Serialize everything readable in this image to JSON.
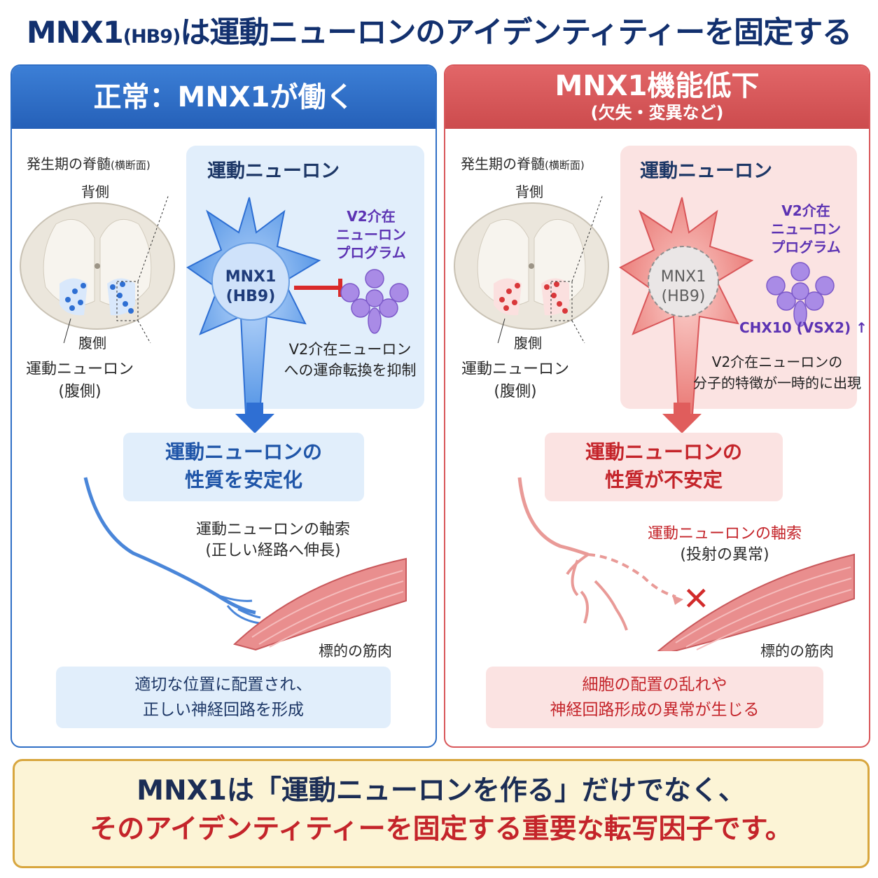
{
  "title": {
    "main1": "MNX1",
    "paren": "(HB9)",
    "main2": "は運動ニューロンのアイデンティティーを固定する"
  },
  "left": {
    "header": "正常：MNX1が働く",
    "spinal_title": "発生期の脊髄",
    "spinal_sub": "(横断面)",
    "dorsal": "背側",
    "ventral": "腹側",
    "mn_label1": "運動ニューロン",
    "mn_label2": "(腹側)",
    "neuron_title": "運動ニューロン",
    "nucleus1": "MNX1",
    "nucleus2": "(HB9)",
    "v2_1": "V2介在",
    "v2_2": "ニューロン",
    "v2_3": "プログラム",
    "inhibit1": "V2介在ニューロン",
    "inhibit2": "への運命転換を抑制",
    "result1": "運動ニューロンの",
    "result2": "性質を安定化",
    "axon1": "運動ニューロンの軸索",
    "axon2": "(正しい経路へ伸長)",
    "muscle": "標的の筋肉",
    "footer1": "適切な位置に配置され、",
    "footer2": "正しい神経回路を形成"
  },
  "right": {
    "header1": "MNX1機能低下",
    "header2": "(欠失・変異など)",
    "spinal_title": "発生期の脊髄",
    "spinal_sub": "(横断面)",
    "dorsal": "背側",
    "ventral": "腹側",
    "mn_label1": "運動ニューロン",
    "mn_label2": "(腹側)",
    "neuron_title": "運動ニューロン",
    "nucleus1": "MNX1",
    "nucleus2": "(HB9)",
    "v2_1": "V2介在",
    "v2_2": "ニューロン",
    "v2_3": "プログラム",
    "chx": "CHX10 (VSX2)",
    "arrow_up": "↑",
    "feature1": "V2介在ニューロンの",
    "feature2": "分子的特徴が一時的に出現",
    "result1": "運動ニューロンの",
    "result2": "性質が不安定",
    "axon1": "運動ニューロンの軸索",
    "axon2": "(投射の異常)",
    "cross": "✕",
    "muscle": "標的の筋肉",
    "footer1": "細胞の配置の乱れや",
    "footer2": "神経回路形成の異常が生じる"
  },
  "bottom": {
    "line1": "MNX1は「運動ニューロンを作る」だけでなく、",
    "line2": "そのアイデンティティーを固定する重要な転写因子です。"
  },
  "colors": {
    "blue": "#2f6fc6",
    "red": "#d9575a",
    "purple": "#8a5ad6",
    "gold": "#d8a63e"
  }
}
